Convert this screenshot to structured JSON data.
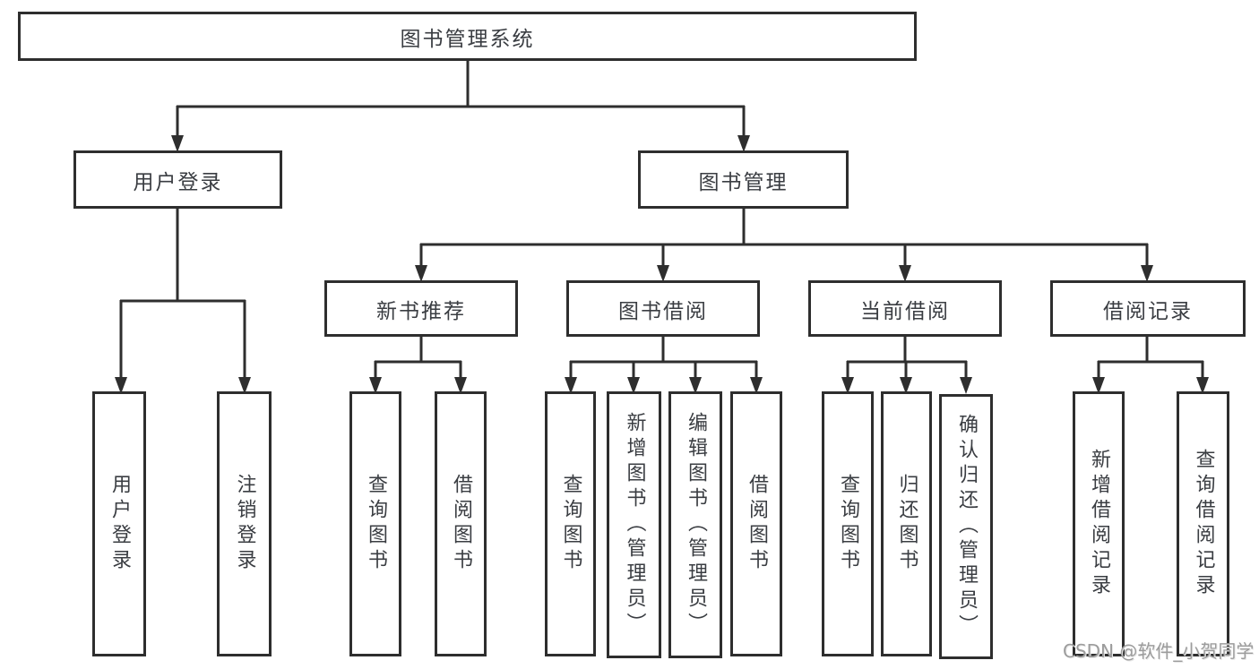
{
  "colors": {
    "line": "#2e2e2e",
    "box_border": "#2e2e2e",
    "box_background": "#ffffff",
    "text": "#3a3d42",
    "watermark": "#9c9c9c",
    "page_background": "#ffffff"
  },
  "watermark": {
    "text": "CSDN @软件_小贺同学"
  },
  "diagram": {
    "root": {
      "label": "图书管理系统"
    },
    "level2": {
      "user_login": {
        "label": "用户登录"
      },
      "book_mgmt": {
        "label": "图书管理"
      }
    },
    "level3": {
      "new_books": {
        "label": "新书推荐"
      },
      "book_borrow": {
        "label": "图书借阅"
      },
      "current_borrow": {
        "label": "当前借阅"
      },
      "borrow_records": {
        "label": "借阅记录"
      }
    },
    "leaves": {
      "login": {
        "label": "用户登录"
      },
      "logout": {
        "label": "注销登录"
      },
      "newbooks_query": {
        "label": "查询图书"
      },
      "newbooks_borrow": {
        "label": "借阅图书"
      },
      "borrow_query": {
        "label": "查询图书"
      },
      "borrow_add": {
        "label": "新增图书（管理员）"
      },
      "borrow_edit": {
        "label": "编辑图书（管理员）"
      },
      "borrow_borrow": {
        "label": "借阅图书"
      },
      "current_query": {
        "label": "查询图书"
      },
      "current_return": {
        "label": "归还图书"
      },
      "current_confirm": {
        "label": "确认归还（管理员）"
      },
      "records_add": {
        "label": "新增借阅记录"
      },
      "records_query": {
        "label": "查询借阅记录"
      }
    }
  }
}
